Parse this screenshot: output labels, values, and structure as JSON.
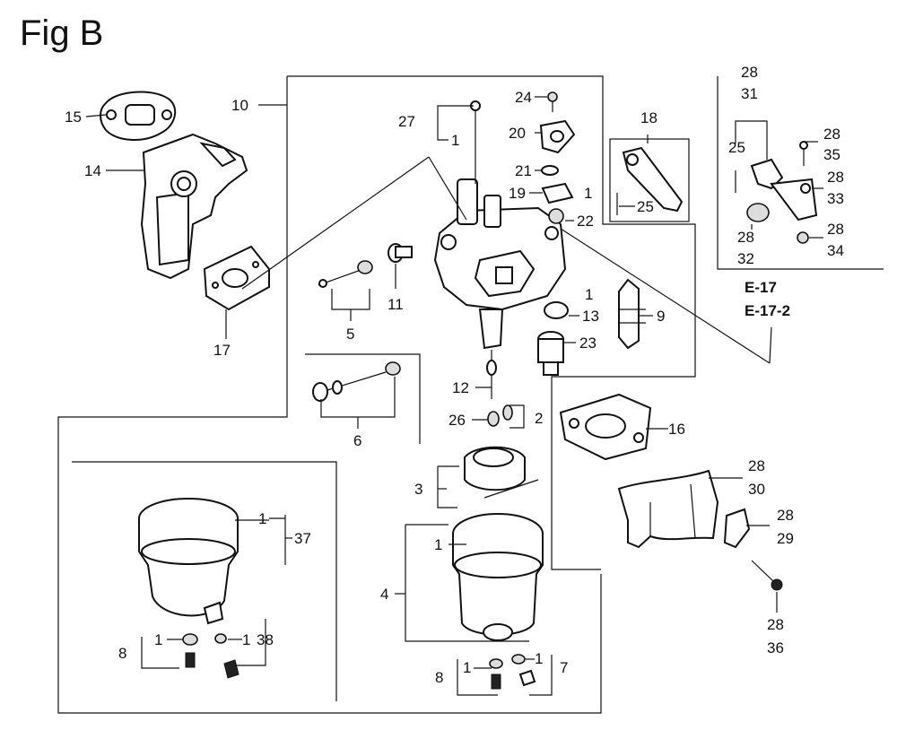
{
  "title": "Fig B",
  "labels": {
    "p1": "1",
    "p2": "2",
    "p3": "3",
    "p4": "4",
    "p5": "5",
    "p6": "6",
    "p7": "7",
    "p8": "8",
    "p9": "9",
    "p10": "10",
    "p11": "11",
    "p12": "12",
    "p13": "13",
    "p14": "14",
    "p15": "15",
    "p16": "16",
    "p17": "17",
    "p18": "18",
    "p19": "19",
    "p20": "20",
    "p21": "21",
    "p22": "22",
    "p23": "23",
    "p24": "24",
    "p25": "25",
    "p26": "26",
    "p27": "27",
    "p28": "28",
    "p29": "29",
    "p30": "30",
    "p31": "31",
    "p32": "32",
    "p33": "33",
    "p34": "34",
    "p35": "35",
    "p36": "36",
    "p37": "37",
    "p38": "38"
  },
  "references": {
    "e17": "E-17",
    "e17_2": "E-17-2"
  }
}
